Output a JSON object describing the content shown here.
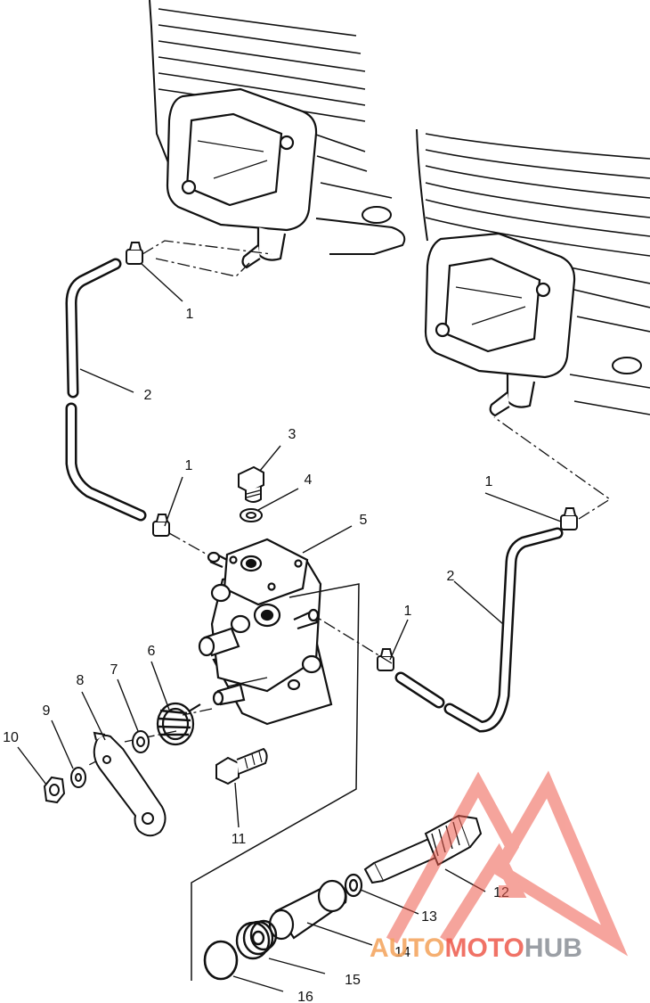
{
  "callouts": [
    {
      "id": "1",
      "part": "clamp"
    },
    {
      "id": "2",
      "part": "hose"
    },
    {
      "id": "3",
      "part": "bleed-screw"
    },
    {
      "id": "4",
      "part": "washer"
    },
    {
      "id": "5",
      "part": "oil-pump"
    },
    {
      "id": "6",
      "part": "return-spring"
    },
    {
      "id": "7",
      "part": "washer"
    },
    {
      "id": "8",
      "part": "pump-lever"
    },
    {
      "id": "9",
      "part": "lock-washer"
    },
    {
      "id": "10",
      "part": "nut"
    },
    {
      "id": "11",
      "part": "bolt"
    },
    {
      "id": "12",
      "part": "drive-shaft-gear"
    },
    {
      "id": "13",
      "part": "washer"
    },
    {
      "id": "14",
      "part": "bushing"
    },
    {
      "id": "15",
      "part": "spring"
    },
    {
      "id": "16",
      "part": "o-ring"
    }
  ],
  "watermark": {
    "word_a": "AUTO",
    "word_b": "MOTO",
    "word_c": "HUB",
    "colors": {
      "a": "#f4a259",
      "b": "#ee5a4c",
      "c": "#8a8f96",
      "logo": "#ee5a4c"
    }
  }
}
